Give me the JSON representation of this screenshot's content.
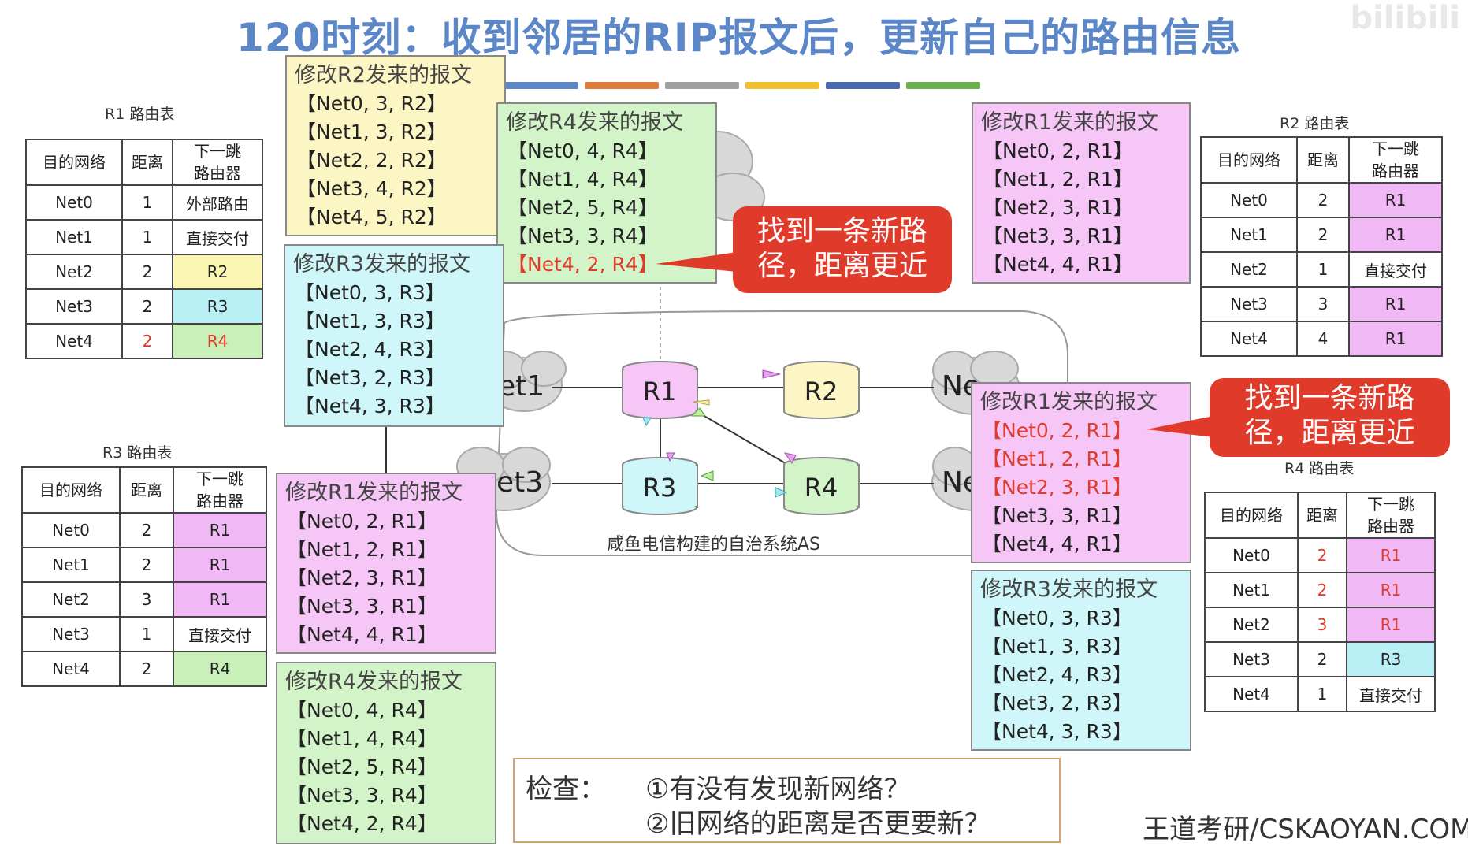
{
  "title": "120时刻：收到邻居的RIP报文后，更新自己的路由信息",
  "watermark": "bilibili",
  "colors": {
    "title": "#5b86c8",
    "highlight_red": "#e03a2a",
    "r2_yellow": "#fcf6b4",
    "r3_cyan": "#b8f0f6",
    "r4_green": "#c8f0b8",
    "r1_pink": "#f0b8f4"
  },
  "color_bar": [
    "#5b86c8",
    "#e07c3a",
    "#a0a0a0",
    "#f2c02c",
    "#4a6ab0",
    "#6ab04a"
  ],
  "headers": {
    "dest": "目的网络",
    "dist": "距离",
    "next1": "下一跳",
    "next2": "路由器"
  },
  "tables": {
    "r1": {
      "caption": "R1 路由表",
      "rows": [
        [
          "Net0",
          "1",
          "外部路由"
        ],
        [
          "Net1",
          "1",
          "直接交付"
        ],
        [
          "Net2",
          "2",
          "R2"
        ],
        [
          "Net3",
          "2",
          "R3"
        ],
        [
          "Net4",
          "2",
          "R4"
        ]
      ]
    },
    "r2": {
      "caption": "R2 路由表",
      "rows": [
        [
          "Net0",
          "2",
          "R1"
        ],
        [
          "Net1",
          "2",
          "R1"
        ],
        [
          "Net2",
          "1",
          "直接交付"
        ],
        [
          "Net3",
          "3",
          "R1"
        ],
        [
          "Net4",
          "4",
          "R1"
        ]
      ]
    },
    "r3": {
      "caption": "R3 路由表",
      "rows": [
        [
          "Net0",
          "2",
          "R1"
        ],
        [
          "Net1",
          "2",
          "R1"
        ],
        [
          "Net2",
          "3",
          "R1"
        ],
        [
          "Net3",
          "1",
          "直接交付"
        ],
        [
          "Net4",
          "2",
          "R4"
        ]
      ]
    },
    "r4": {
      "caption": "R4 路由表",
      "rows": [
        [
          "Net0",
          "2",
          "R1"
        ],
        [
          "Net1",
          "2",
          "R1"
        ],
        [
          "Net2",
          "3",
          "R1"
        ],
        [
          "Net3",
          "2",
          "R3"
        ],
        [
          "Net4",
          "1",
          "直接交付"
        ]
      ]
    }
  },
  "messages": {
    "from_r2": {
      "title": "修改R2发来的报文",
      "entries": [
        "【Net0, 3, R2】",
        "【Net1, 3, R2】",
        "【Net2, 2, R2】",
        "【Net3, 4, R2】",
        "【Net4, 5, R2】"
      ]
    },
    "from_r4_top": {
      "title": "修改R4发来的报文",
      "entries": [
        "【Net0, 4, R4】",
        "【Net1, 4, R4】",
        "【Net2, 5, R4】",
        "【Net3, 3, R4】",
        "【Net4, 2, R4】"
      ]
    },
    "from_r3_left": {
      "title": "修改R3发来的报文",
      "entries": [
        "【Net0, 3, R3】",
        "【Net1, 3, R3】",
        "【Net2, 4, R3】",
        "【Net3, 2, R3】",
        "【Net4, 3, R3】"
      ]
    },
    "from_r1_top_right": {
      "title": "修改R1发来的报文",
      "entries": [
        "【Net0, 2, R1】",
        "【Net1, 2, R1】",
        "【Net2, 3, R1】",
        "【Net3, 3, R1】",
        "【Net4, 4, R1】"
      ]
    },
    "from_r1_mid_right": {
      "title": "修改R1发来的报文",
      "entries": [
        "【Net0, 2, R1】",
        "【Net1, 2, R1】",
        "【Net2, 3, R1】",
        "【Net3, 3, R1】",
        "【Net4, 4, R1】"
      ]
    },
    "from_r1_bottom_left": {
      "title": "修改R1发来的报文",
      "entries": [
        "【Net0, 2, R1】",
        "【Net1, 2, R1】",
        "【Net2, 3, R1】",
        "【Net3, 3, R1】",
        "【Net4, 4, R1】"
      ]
    },
    "from_r4_bottom_left": {
      "title": "修改R4发来的报文",
      "entries": [
        "【Net0, 4, R4】",
        "【Net1, 4, R4】",
        "【Net2, 5, R4】",
        "【Net3, 3, R4】",
        "【Net4, 2, R4】"
      ]
    },
    "from_r3_bottom_right": {
      "title": "修改R3发来的报文",
      "entries": [
        "【Net0, 3, R3】",
        "【Net1, 3, R3】",
        "【Net2, 4, R3】",
        "【Net3, 2, R3】",
        "【Net4, 3, R3】"
      ]
    }
  },
  "callouts": {
    "left": [
      "找到一条新路",
      "径，距离更近"
    ],
    "right": [
      "找到一条新路",
      "径，距离更近"
    ]
  },
  "routers": {
    "r1": "R1",
    "r2": "R2",
    "r3": "R3",
    "r4": "R4"
  },
  "net_labels": {
    "net1": "et1",
    "net3": "et3",
    "net2": "Ne",
    "net4": "Ne"
  },
  "as_label": "咸鱼电信构建的自治系统AS",
  "check": {
    "label": "检查：",
    "line1": "①有没有发现新网络？",
    "line2": "②旧网络的距离是否更要新？"
  },
  "footer": "王道考研/CSKAOYAN.COM"
}
